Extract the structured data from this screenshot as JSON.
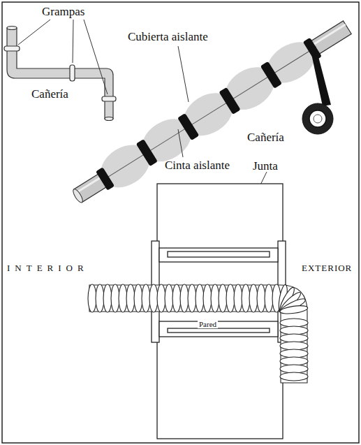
{
  "diagram": {
    "labels": [
      "Grampas",
      "Cañería",
      "Cubierta aislante",
      "Cañería",
      "Cinta aislante",
      "Junta",
      "INTERIOR",
      "EXTERIOR",
      "Pared"
    ]
  }
}
